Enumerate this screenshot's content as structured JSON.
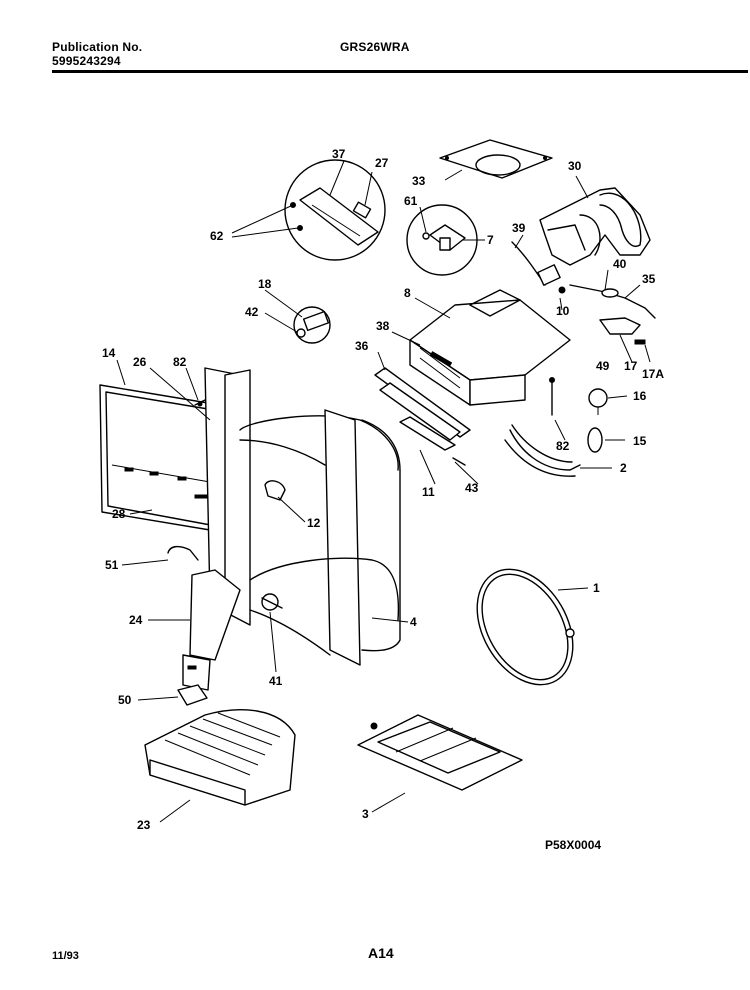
{
  "header": {
    "publication_label": "Publication No.",
    "publication_number": "5995243294",
    "model": "GRS26WRA"
  },
  "figure_code": "P58X0004",
  "footer": {
    "date": "11/93",
    "page": "A14"
  },
  "callouts": {
    "c1": "1",
    "c2": "2",
    "c3": "3",
    "c4": "4",
    "c7": "7",
    "c8": "8",
    "c10": "10",
    "c11": "11",
    "c12": "12",
    "c14": "14",
    "c15": "15",
    "c16": "16",
    "c17": "17",
    "c17a": "17A",
    "c18": "18",
    "c23": "23",
    "c24": "24",
    "c26": "26",
    "c27": "27",
    "c28": "28",
    "c30": "30",
    "c33": "33",
    "c35": "35",
    "c36": "36",
    "c37": "37",
    "c38": "38",
    "c39": "39",
    "c40": "40",
    "c41": "41",
    "c42": "42",
    "c43": "43",
    "c49": "49",
    "c50": "50",
    "c51": "51",
    "c61": "61",
    "c62": "62",
    "c82a": "82",
    "c82b": "82"
  }
}
